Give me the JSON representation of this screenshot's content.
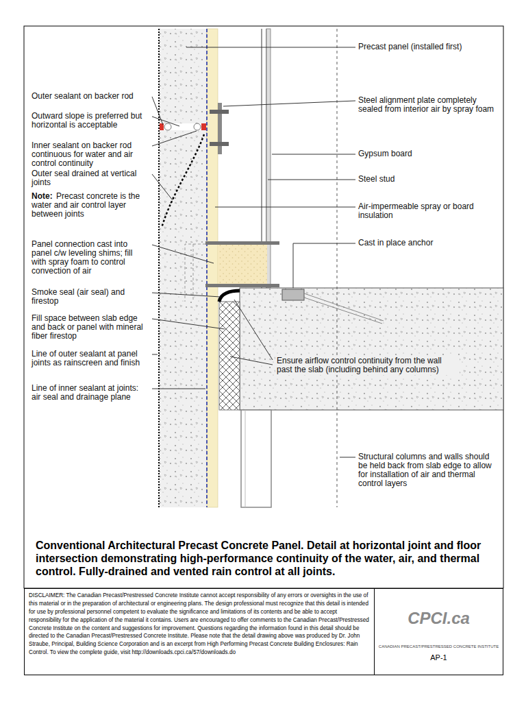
{
  "diagram": {
    "caption": "Conventional Architectural Precast Concrete Panel.  Detail at horizontal joint and floor intersection demonstrating high-performance continuity of the water, air, and thermal control.  Fully-drained and vented rain control at all joints.",
    "nodes": [
      {
        "text": [
          "DISCLAIMER: The Canadian Precast/Prestressed Concrete Institute cannot accept responsibility of any errors or oversights in the use of this material or in the preparation of architectural or engineering plans. The design professional must recognize that this detail is intended for use by professional personnel competent to evaluate the significance and limitations of its contents and be able to accept responsibility for the application of the material it contains. Users are encouraged to offer comments to the Canadian Precast/Prestressed Concrete Institute on the content and suggestions for improvement. Questions regarding the information found in this detail should be directed to the Canadian Precast/Prestressed Concrete Institute. Please note that the detail drawing above was produced by Dr. John Straube, Principal, Building Science Corporation and is an excerpt from High Performing Precast Concrete Building Enclosures: Rain Control. To view the complete guide, visit http://downloads.cpci.ca/57/downloads.do"
        ]
      },
      {
        "text": [
          "CPCI.ca",
          "CANADIAN PRECAST/PRESTRESSED CONCRETE INSTITUTE",
          "AP-1"
        ]
      }
    ],
    "labels": [
      "Precast panel (installed first)",
      "Outer sealant on backer rod",
      "Steel alignment plate completely sealed from interior air by spray foam",
      "Outward slope is preferred but horizontal is acceptable",
      "Inner sealant on backer rod continuous for water and air control continuity",
      "Gypsum board",
      "Outer seal drained at vertical joints",
      "Steel stud",
      "Air-impermeable spray or board insulation",
      "Note:",
      "Precast concrete is the water and air control layer between joints",
      "Cast in place anchor",
      "Panel connection cast into panel c/w leveling shims; fill with spray foam to control convection of air",
      "Smoke seal (air seal) and firestop",
      "Ensure airflow control continuity from the wall past the slab (including behind any columns)",
      "Fill space between slab edge and back or panel with mineral fiber firestop",
      "Line of outer sealant at panel joints as rainscreen and finish",
      "Structural columns and walls should be held back from slab edge to allow for installation of air and thermal control layers",
      "Line of inner sealant at joints: air seal and drainage plane"
    ]
  }
}
